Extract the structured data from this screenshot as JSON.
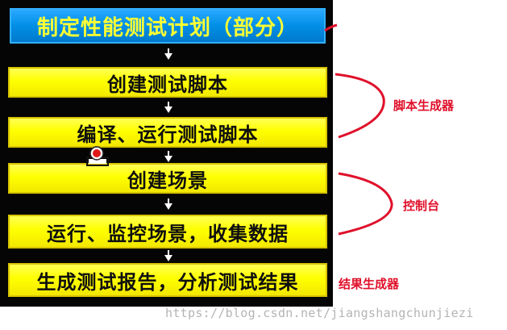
{
  "steps": [
    {
      "label": "制定性能测试计划（部分）",
      "kind": "header"
    },
    {
      "label": "创建测试脚本",
      "kind": "step"
    },
    {
      "label": "编译、运行测试脚本",
      "kind": "step"
    },
    {
      "label": "创建场景",
      "kind": "step"
    },
    {
      "label": "运行、监控场景，收集数据",
      "kind": "step"
    },
    {
      "label": "生成测试报告，分析测试结果",
      "kind": "step"
    }
  ],
  "annotations": {
    "script_generator": "脚本生成器",
    "controller": "控制台",
    "result_generator": "结果生成器"
  },
  "watermark": "https://blog.csdn.net/jiangshangchunjiezi",
  "colors": {
    "header_bg": "#0a96f0",
    "header_text": "#ffff33",
    "step_bg": "#ffff00",
    "annotation": "#e0102a",
    "panel_bg": "#050505"
  }
}
